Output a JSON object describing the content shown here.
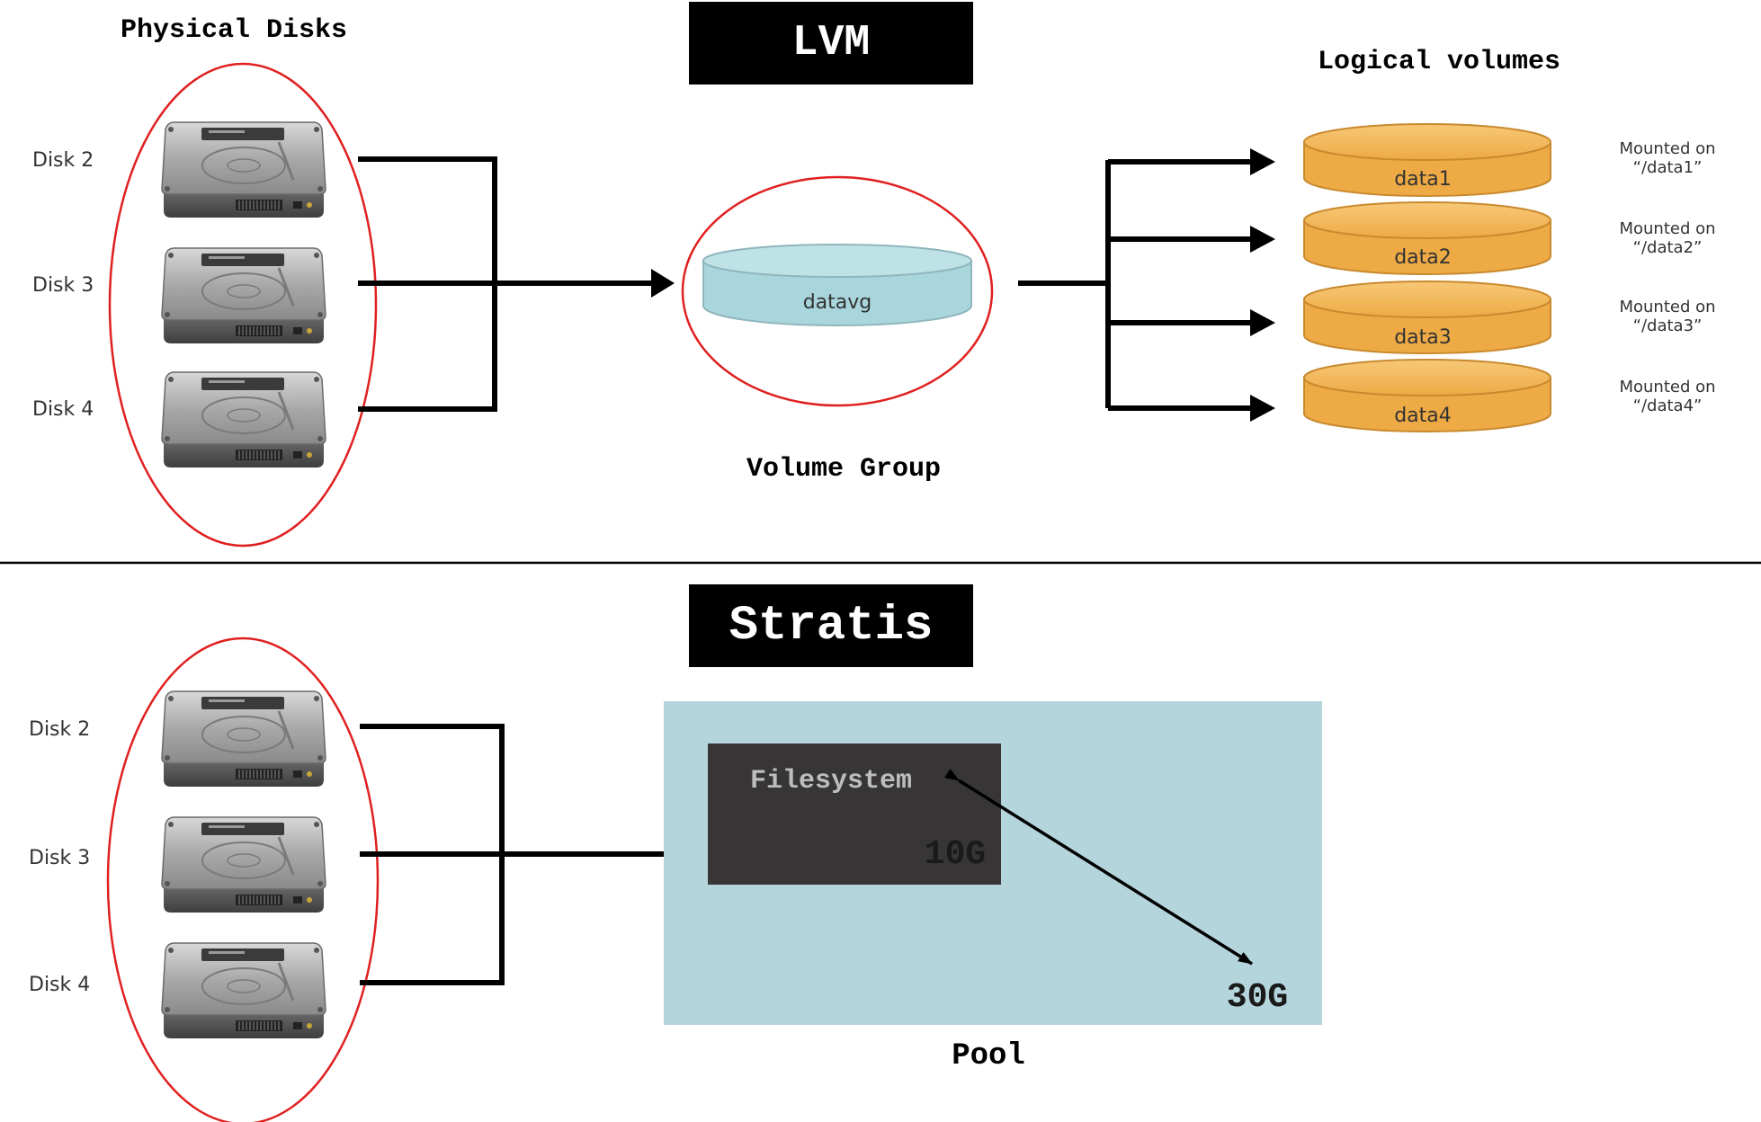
{
  "lvm": {
    "title": "LVM",
    "physical_label": "Physical Disks",
    "disks": [
      {
        "label": "Disk 2"
      },
      {
        "label": "Disk 3"
      },
      {
        "label": "Disk 4"
      }
    ],
    "volume_group": {
      "name": "datavg",
      "label": "Volume Group"
    },
    "logical_label": "Logical volumes",
    "volumes": [
      {
        "name": "data1",
        "mount_line1": "Mounted on",
        "mount_line2": "“/data1”"
      },
      {
        "name": "data2",
        "mount_line1": "Mounted on",
        "mount_line2": "“/data2”"
      },
      {
        "name": "data3",
        "mount_line1": "Mounted on",
        "mount_line2": "“/data3”"
      },
      {
        "name": "data4",
        "mount_line1": "Mounted on",
        "mount_line2": "“/data4”"
      }
    ]
  },
  "stratis": {
    "title": "Stratis",
    "disks": [
      {
        "label": "Disk 2"
      },
      {
        "label": "Disk 3"
      },
      {
        "label": "Disk 4"
      }
    ],
    "pool": {
      "label": "Pool",
      "size": "30G"
    },
    "filesystem": {
      "label": "Filesystem",
      "size": "10G"
    }
  },
  "colors": {
    "highlight_ellipse": "#e02020",
    "lv_fill": "#f1b553",
    "vg_fill": "#a9d6dc",
    "pool_fill": "#b5d5dc",
    "filesystem_fill": "#373536",
    "title_bar": "#000000"
  }
}
